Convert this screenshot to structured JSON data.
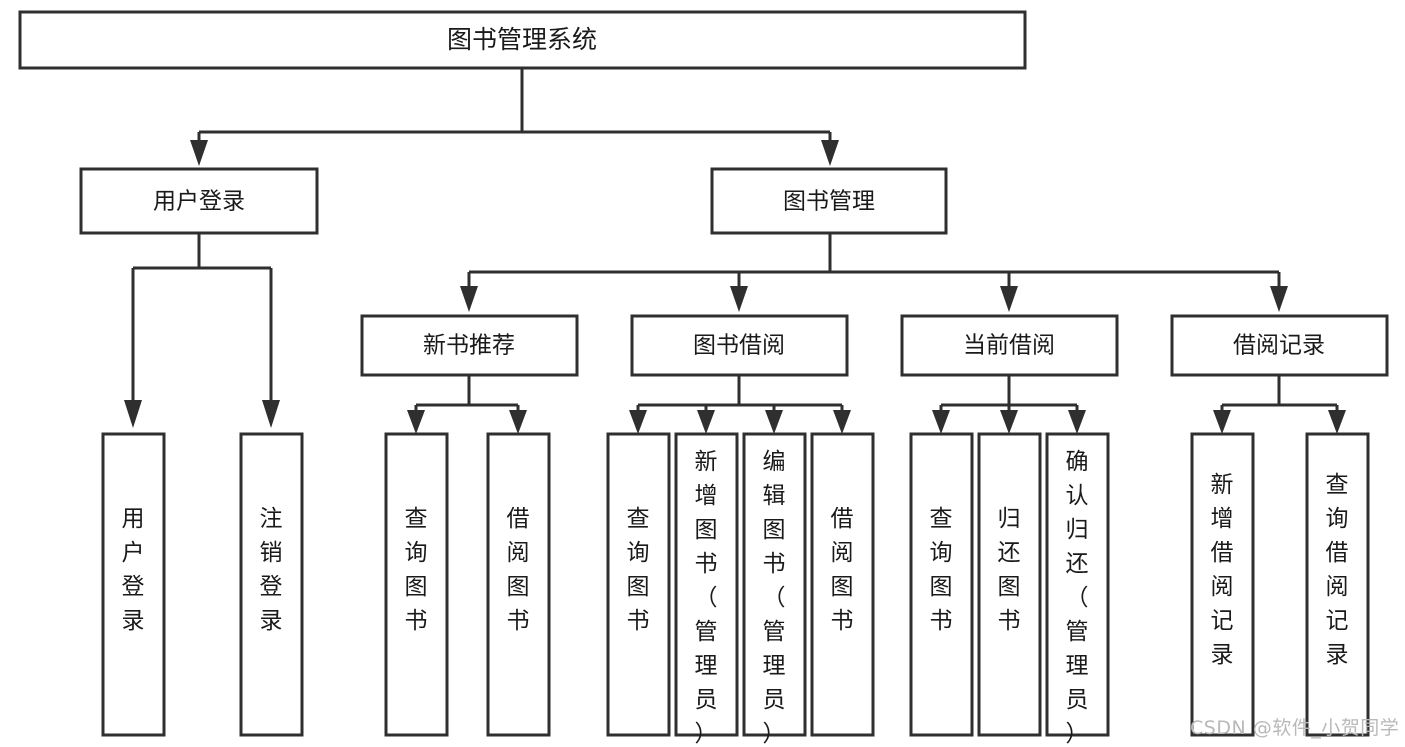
{
  "diagram": {
    "title": "图书管理系统",
    "type": "tree-hierarchy-chart",
    "orientation": "top-down",
    "colors": {
      "box_stroke": "#2f2f2f",
      "box_fill": "#ffffff",
      "connector": "#2f2f2f",
      "text": "#1a1a1a",
      "watermark": "#b9b9b9",
      "background": "#ffffff"
    },
    "root": {
      "label": "图书管理系统"
    },
    "level2": [
      {
        "id": "user-login",
        "label": "用户登录"
      },
      {
        "id": "book-manage",
        "label": "图书管理"
      }
    ],
    "level3": [
      {
        "id": "new-book-recommend",
        "label": "新书推荐",
        "parent": "book-manage"
      },
      {
        "id": "book-borrow",
        "label": "图书借阅",
        "parent": "book-manage"
      },
      {
        "id": "current-borrow",
        "label": "当前借阅",
        "parent": "book-manage"
      },
      {
        "id": "borrow-record",
        "label": "借阅记录",
        "parent": "book-manage"
      }
    ],
    "leaves": {
      "user-login": [
        {
          "id": "leaf-user-login",
          "label": "用户登录"
        },
        {
          "id": "leaf-user-logout",
          "label": "注销登录"
        }
      ],
      "new-book-recommend": [
        {
          "id": "leaf-query-book-1",
          "label": "查询图书"
        },
        {
          "id": "leaf-borrow-book-1",
          "label": "借阅图书"
        }
      ],
      "book-borrow": [
        {
          "id": "leaf-query-book-2",
          "label": "查询图书"
        },
        {
          "id": "leaf-add-book",
          "label": "新增图书（管理员）"
        },
        {
          "id": "leaf-edit-book",
          "label": "编辑图书（管理员）"
        },
        {
          "id": "leaf-borrow-book-2",
          "label": "借阅图书"
        }
      ],
      "current-borrow": [
        {
          "id": "leaf-query-book-3",
          "label": "查询图书"
        },
        {
          "id": "leaf-return-book",
          "label": "归还图书"
        },
        {
          "id": "leaf-confirm-return",
          "label": "确认归还（管理员）"
        }
      ],
      "borrow-record": [
        {
          "id": "leaf-add-record",
          "label": "新增借阅记录"
        },
        {
          "id": "leaf-query-record",
          "label": "查询借阅记录"
        }
      ]
    }
  },
  "watermark": {
    "text": "CSDN @软件_小贺同学"
  }
}
